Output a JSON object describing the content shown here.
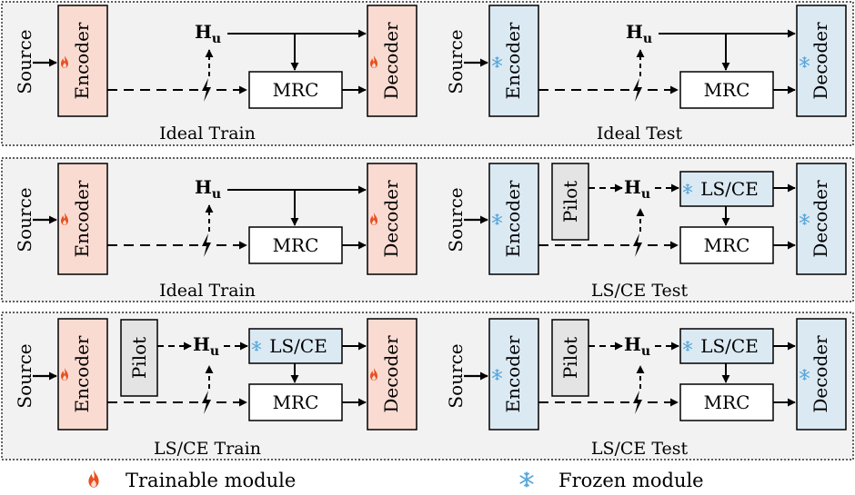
{
  "labels": {
    "source": "Source",
    "encoder": "Encoder",
    "decoder": "Decoder",
    "mrc": "MRC",
    "lsce": "LS/CE",
    "pilot": "Pilot",
    "h_main": "H",
    "h_sub": "u"
  },
  "captions": {
    "row1_left": "Ideal Train",
    "row1_right": "Ideal Test",
    "row2_left": "Ideal Train",
    "row2_right": "LS/CE Test",
    "row3_left": "LS/CE Train",
    "row3_right": "LS/CE Test"
  },
  "legend": {
    "trainable": "Trainable module",
    "frozen": "Frozen module"
  },
  "colors": {
    "trainable_fill": "#fadbd2",
    "frozen_fill": "#dbe9f3",
    "pilot_fill": "#e4e4e4",
    "panel_bg": "#f2f2f2",
    "flame": "#e8501f",
    "snow": "#5aa7da"
  },
  "icons": {
    "trainable": "flame-icon",
    "frozen": "snowflake-icon",
    "channel": "lightning-icon"
  }
}
